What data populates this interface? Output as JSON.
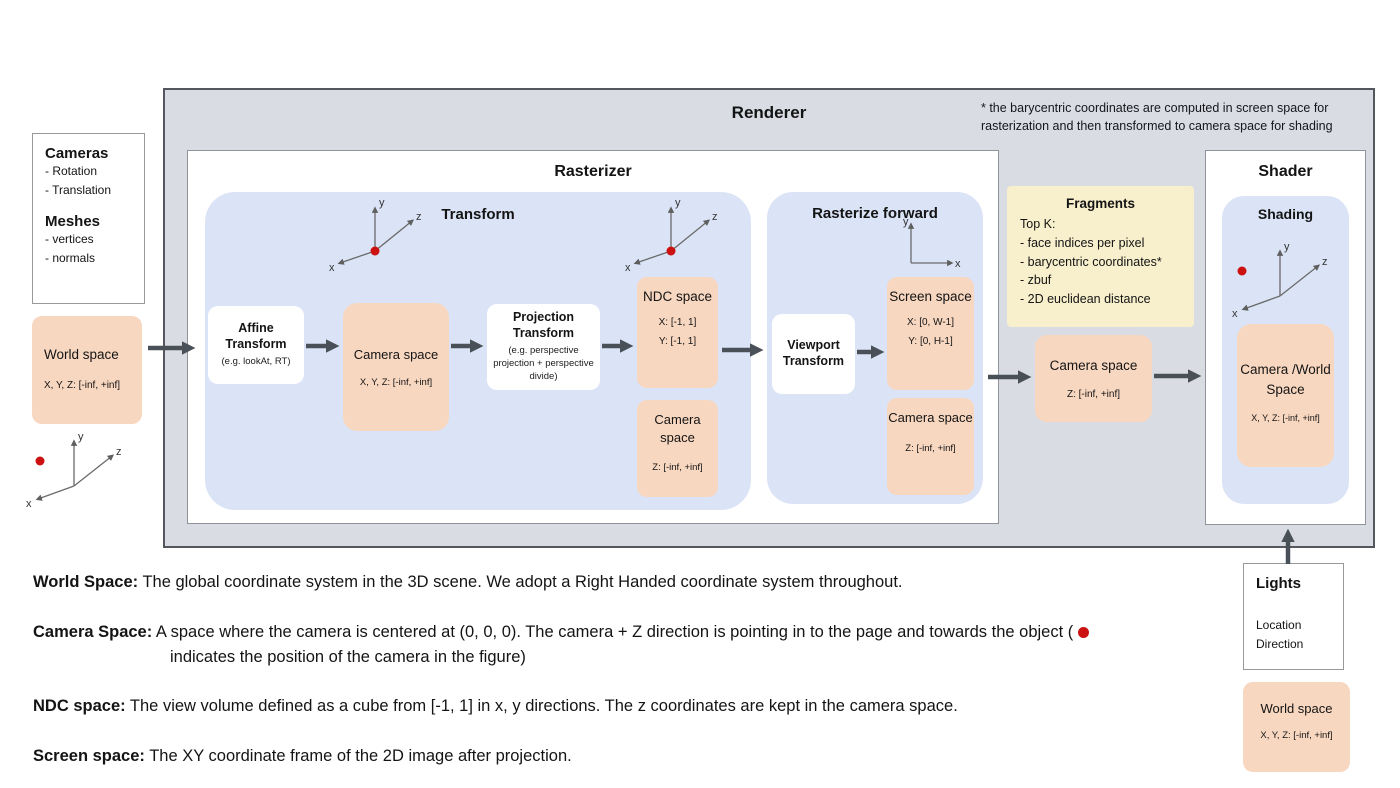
{
  "colors": {
    "peach": "#f8d7c0",
    "blue_panel": "#dbe4f6",
    "yellow_note": "#f8f0cc",
    "renderer_bg": "#d9dce2",
    "arrow": "#4a5058",
    "camera_dot": "#cc1111"
  },
  "axes": {
    "x": "x",
    "y": "y",
    "z": "z"
  },
  "header": {
    "renderer_title": "Renderer",
    "footnote": "* the barycentric coordinates are computed in screen space for rasterization and then transformed to camera space for shading"
  },
  "cameras_panel": {
    "title": "Cameras",
    "items": [
      "- Rotation",
      "- Translation"
    ],
    "meshes_title": "Meshes",
    "meshes_items": [
      "- vertices",
      "- normals"
    ]
  },
  "world_space_input": {
    "title": "World space",
    "range": "X, Y, Z: [-inf, +inf]"
  },
  "rasterizer": {
    "title": "Rasterizer",
    "transform": {
      "title": "Transform",
      "affine_title": "Affine Transform",
      "affine_subtitle": "(e.g. lookAt, RT)",
      "camera_space_title": "Camera space",
      "camera_space_range": "X, Y, Z: [-inf, +inf]",
      "projection_title": "Projection Transform",
      "projection_subtitle": "(e.g. perspective projection + perspective divide)",
      "ndc_title": "NDC space",
      "ndc_range_x": "X: [-1, 1]",
      "ndc_range_y": "Y: [-1, 1]",
      "camera_z_title": "Camera space",
      "camera_z_range": "Z: [-inf, +inf]"
    },
    "rasterize_forward": {
      "title": "Rasterize forward",
      "viewport_title": "Viewport Transform",
      "screen_title": "Screen space",
      "screen_range_x": "X: [0, W-1]",
      "screen_range_y": "Y: [0, H-1]",
      "camera_z_title": "Camera space",
      "camera_z_range": "Z: [-inf, +inf]"
    }
  },
  "fragments": {
    "title": "Fragments",
    "items": [
      "Top K:",
      "- face indices per pixel",
      "- barycentric coordinates*",
      "- zbuf",
      "- 2D euclidean distance"
    ]
  },
  "camera_space_output": {
    "title": "Camera space",
    "range": "Z: [-inf, +inf]"
  },
  "shader": {
    "title": "Shader",
    "shading_title": "Shading",
    "space_title": "Camera /World Space",
    "space_range": "X, Y, Z: [-inf, +inf]"
  },
  "lights_panel": {
    "title": "Lights",
    "items": [
      "Location",
      "Direction"
    ]
  },
  "world_space_lights": {
    "title": "World space",
    "range": "X, Y, Z: [-inf, +inf]"
  },
  "definitions": [
    {
      "term": "World Space:",
      "text": "The global coordinate system in the 3D scene. We adopt a Right Handed coordinate system throughout."
    },
    {
      "term": "Camera Space:",
      "text_before": "A space where the camera is centered at (0, 0, 0). The camera + Z direction is pointing in to the page and towards the object (",
      "text_after": "indicates the position of the camera in the figure)"
    },
    {
      "term": "NDC space:",
      "text": "The view volume defined as a cube from [-1, 1] in x, y directions. The z coordinates are kept in the camera space."
    },
    {
      "term": "Screen space:",
      "text": "The XY coordinate frame of the 2D image after projection."
    }
  ]
}
